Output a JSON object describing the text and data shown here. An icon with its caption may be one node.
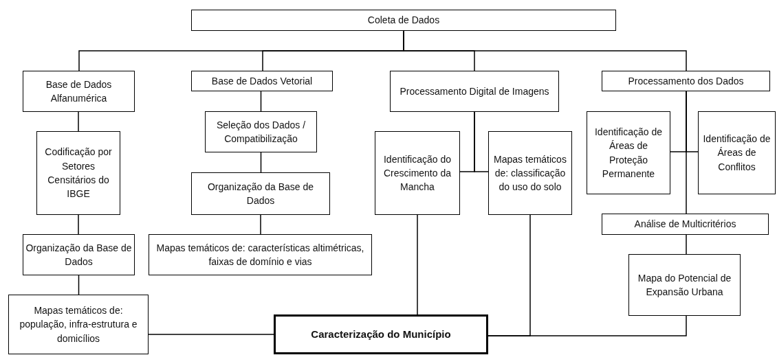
{
  "diagram": {
    "nodes": [
      {
        "text": [
          "Coleta de Dados"
        ]
      },
      {
        "text": [
          "Base de Dados Alfanumérica"
        ]
      },
      {
        "text": [
          "Base de Dados Vetorial"
        ]
      },
      {
        "text": [
          "Processamento Digital de Imagens"
        ]
      },
      {
        "text": [
          "Processamento dos Dados"
        ]
      },
      {
        "text": [
          "Codificação por Setores Censitários do IBGE"
        ]
      },
      {
        "text": [
          "Seleção dos Dados / Compatibilização"
        ]
      },
      {
        "text": [
          "Organização da Base de Dados"
        ]
      },
      {
        "text": [
          "Identificação do Crescimento da Mancha"
        ]
      },
      {
        "text": [
          "Mapas temáticos de: classificação do uso do solo"
        ]
      },
      {
        "text": [
          "Identificação de Áreas de Proteção Permanente"
        ]
      },
      {
        "text": [
          "Identificação de Áreas de Conflitos"
        ]
      },
      {
        "text": [
          "Análise de Multicritérios"
        ]
      },
      {
        "text": [
          "Organização da Base de Dados"
        ]
      },
      {
        "text": [
          "Mapas temáticos de: características altimétricas, faixas de domínio e vias"
        ]
      },
      {
        "text": [
          "Mapa do Potencial de Expansão Urbana"
        ]
      },
      {
        "text": [
          "Mapas temáticos de: população, infra-estrutura e domicílios"
        ]
      },
      {
        "text": [
          "Caracterização do Município"
        ]
      }
    ],
    "edges": [
      {
        "from": 0,
        "to": 1,
        "arrow": "none"
      },
      {
        "from": 0,
        "to": 2,
        "arrow": "none"
      },
      {
        "from": 0,
        "to": 3,
        "arrow": "none"
      },
      {
        "from": 0,
        "to": 4,
        "arrow": "none"
      },
      {
        "from": 1,
        "to": 5,
        "arrow": "none"
      },
      {
        "from": 5,
        "to": 13,
        "arrow": "none"
      },
      {
        "from": 13,
        "to": 16,
        "arrow": "none"
      },
      {
        "from": 16,
        "to": 17,
        "arrow": "none"
      },
      {
        "from": 2,
        "to": 6,
        "arrow": "none"
      },
      {
        "from": 6,
        "to": 7,
        "arrow": "none"
      },
      {
        "from": 7,
        "to": 14,
        "arrow": "none"
      },
      {
        "from": 3,
        "to": 8,
        "arrow": "none"
      },
      {
        "from": 3,
        "to": 9,
        "arrow": "none"
      },
      {
        "from": 8,
        "to": 17,
        "arrow": "none"
      },
      {
        "from": 9,
        "to": 17,
        "arrow": "none"
      },
      {
        "from": 4,
        "to": 10,
        "arrow": "none"
      },
      {
        "from": 4,
        "to": 11,
        "arrow": "none"
      },
      {
        "from": 4,
        "to": 12,
        "arrow": "none"
      },
      {
        "from": 12,
        "to": 15,
        "arrow": "none"
      },
      {
        "from": 15,
        "to": 17,
        "arrow": "none"
      }
    ]
  }
}
